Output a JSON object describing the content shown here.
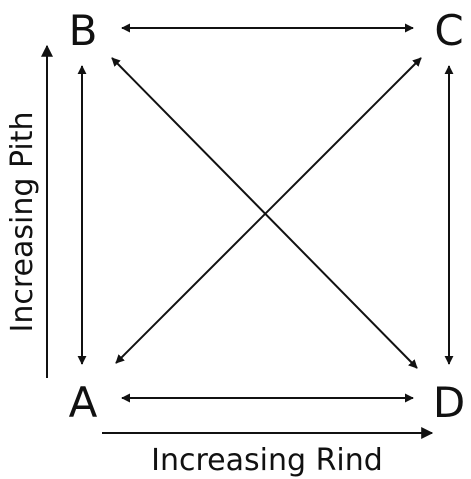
{
  "nodes": {
    "a": "A",
    "b": "B",
    "c": "C",
    "d": "D"
  },
  "axes": {
    "vertical_label": "Increasing Pith",
    "horizontal_label": "Increasing Rind"
  },
  "colors": {
    "line": "#111111",
    "background": "#ffffff"
  },
  "edges": [
    {
      "from": "B",
      "to": "C",
      "arrows": "both"
    },
    {
      "from": "A",
      "to": "D",
      "arrows": "both"
    },
    {
      "from": "A",
      "to": "B",
      "arrows": "both"
    },
    {
      "from": "C",
      "to": "D",
      "arrows": "both"
    },
    {
      "from": "A",
      "to": "C",
      "arrows": "both"
    },
    {
      "from": "B",
      "to": "D",
      "arrows": "both"
    }
  ]
}
